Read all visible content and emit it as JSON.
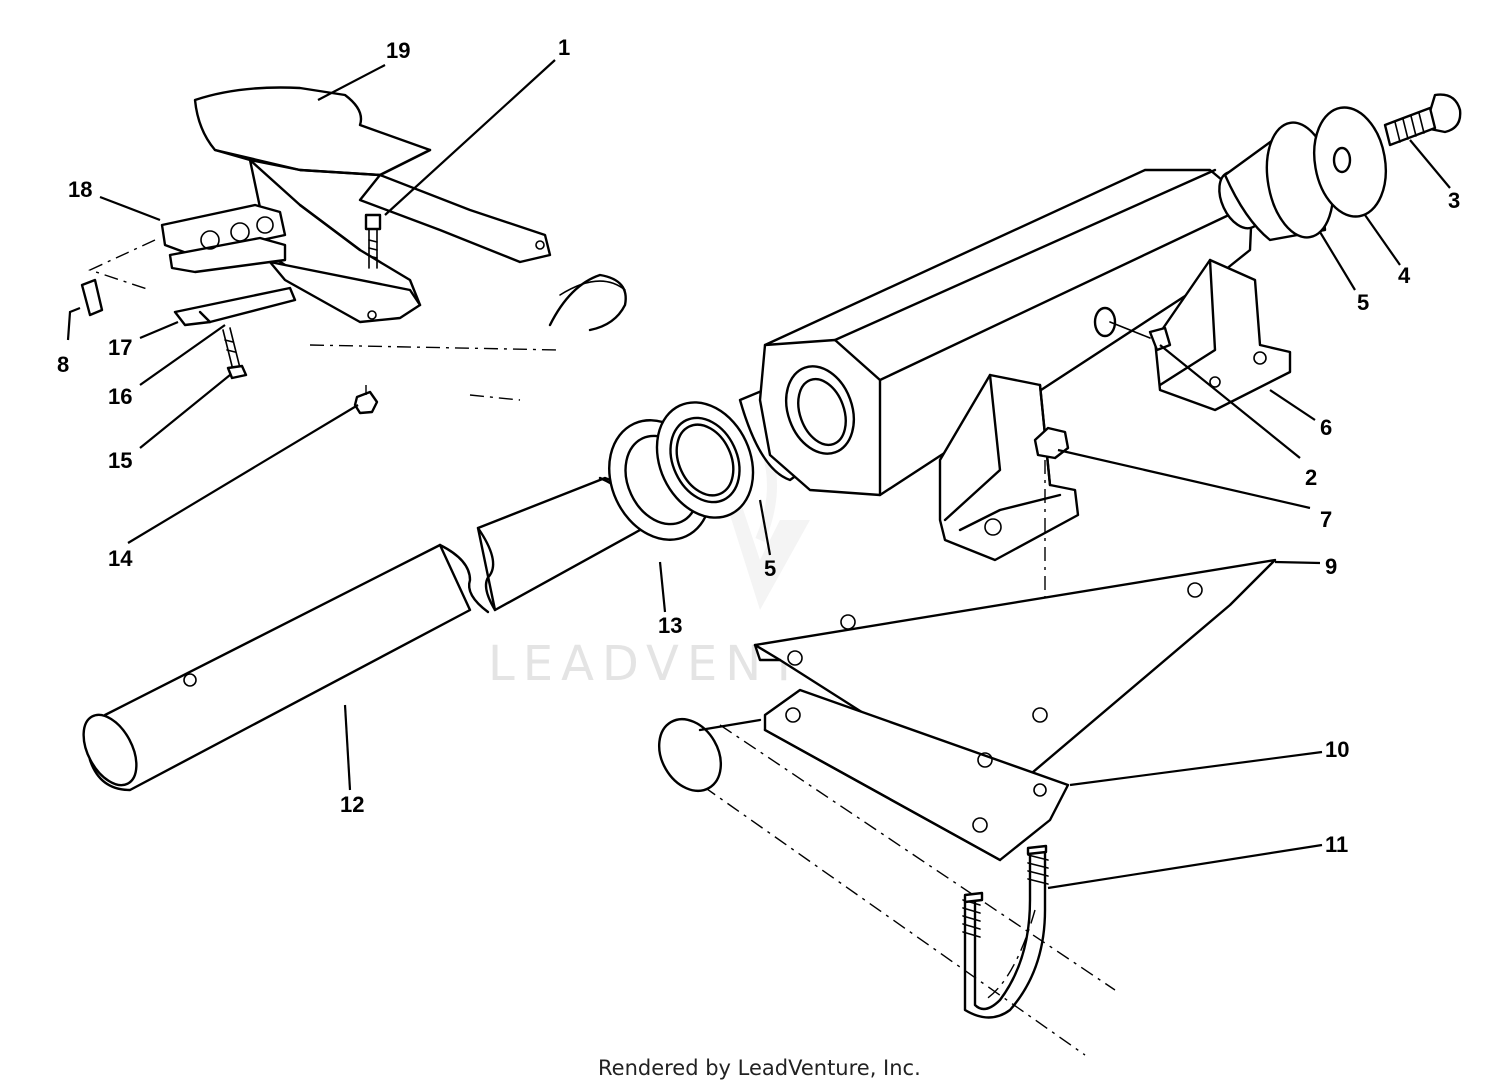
{
  "diagram": {
    "callouts": [
      {
        "id": "c1",
        "label": "1"
      },
      {
        "id": "c2",
        "label": "2"
      },
      {
        "id": "c3",
        "label": "3"
      },
      {
        "id": "c4",
        "label": "4"
      },
      {
        "id": "c5a",
        "label": "5"
      },
      {
        "id": "c5b",
        "label": "5"
      },
      {
        "id": "c6",
        "label": "6"
      },
      {
        "id": "c7",
        "label": "7"
      },
      {
        "id": "c8",
        "label": "8"
      },
      {
        "id": "c9",
        "label": "9"
      },
      {
        "id": "c10",
        "label": "10"
      },
      {
        "id": "c11",
        "label": "11"
      },
      {
        "id": "c12",
        "label": "12"
      },
      {
        "id": "c13",
        "label": "13"
      },
      {
        "id": "c14",
        "label": "14"
      },
      {
        "id": "c15",
        "label": "15"
      },
      {
        "id": "c16",
        "label": "16"
      },
      {
        "id": "c17",
        "label": "17"
      },
      {
        "id": "c18",
        "label": "18"
      },
      {
        "id": "c19",
        "label": "19"
      }
    ],
    "watermark": "LEADVENTURE",
    "footer": "Rendered by LeadVenture, Inc."
  }
}
